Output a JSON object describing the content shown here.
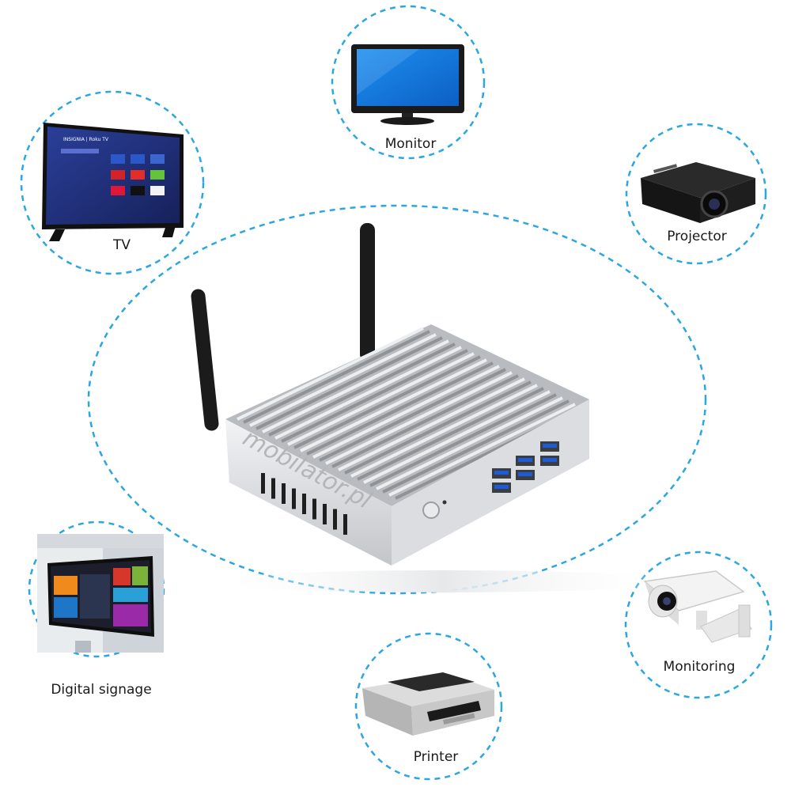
{
  "device": {
    "brand_logo": "mobilator.pl"
  },
  "devices": {
    "monitor": {
      "label": "Monitor",
      "icon": "monitor-icon"
    },
    "tv": {
      "label": "TV",
      "icon": "tv-icon",
      "screen_brand": "INSIGNIA | Roku TV"
    },
    "projector": {
      "label": "Projector",
      "icon": "projector-icon"
    },
    "digital_signage": {
      "label": "Digital signage",
      "icon": "digital-signage-icon"
    },
    "monitoring": {
      "label": "Monitoring",
      "icon": "security-camera-icon"
    },
    "printer": {
      "label": "Printer",
      "icon": "printer-icon"
    }
  },
  "colors": {
    "dash_ring": "#2aa7e0",
    "chassis": "#d9dadc",
    "antenna": "#1b1b1b",
    "usb_blue": "#1e5bd6"
  }
}
